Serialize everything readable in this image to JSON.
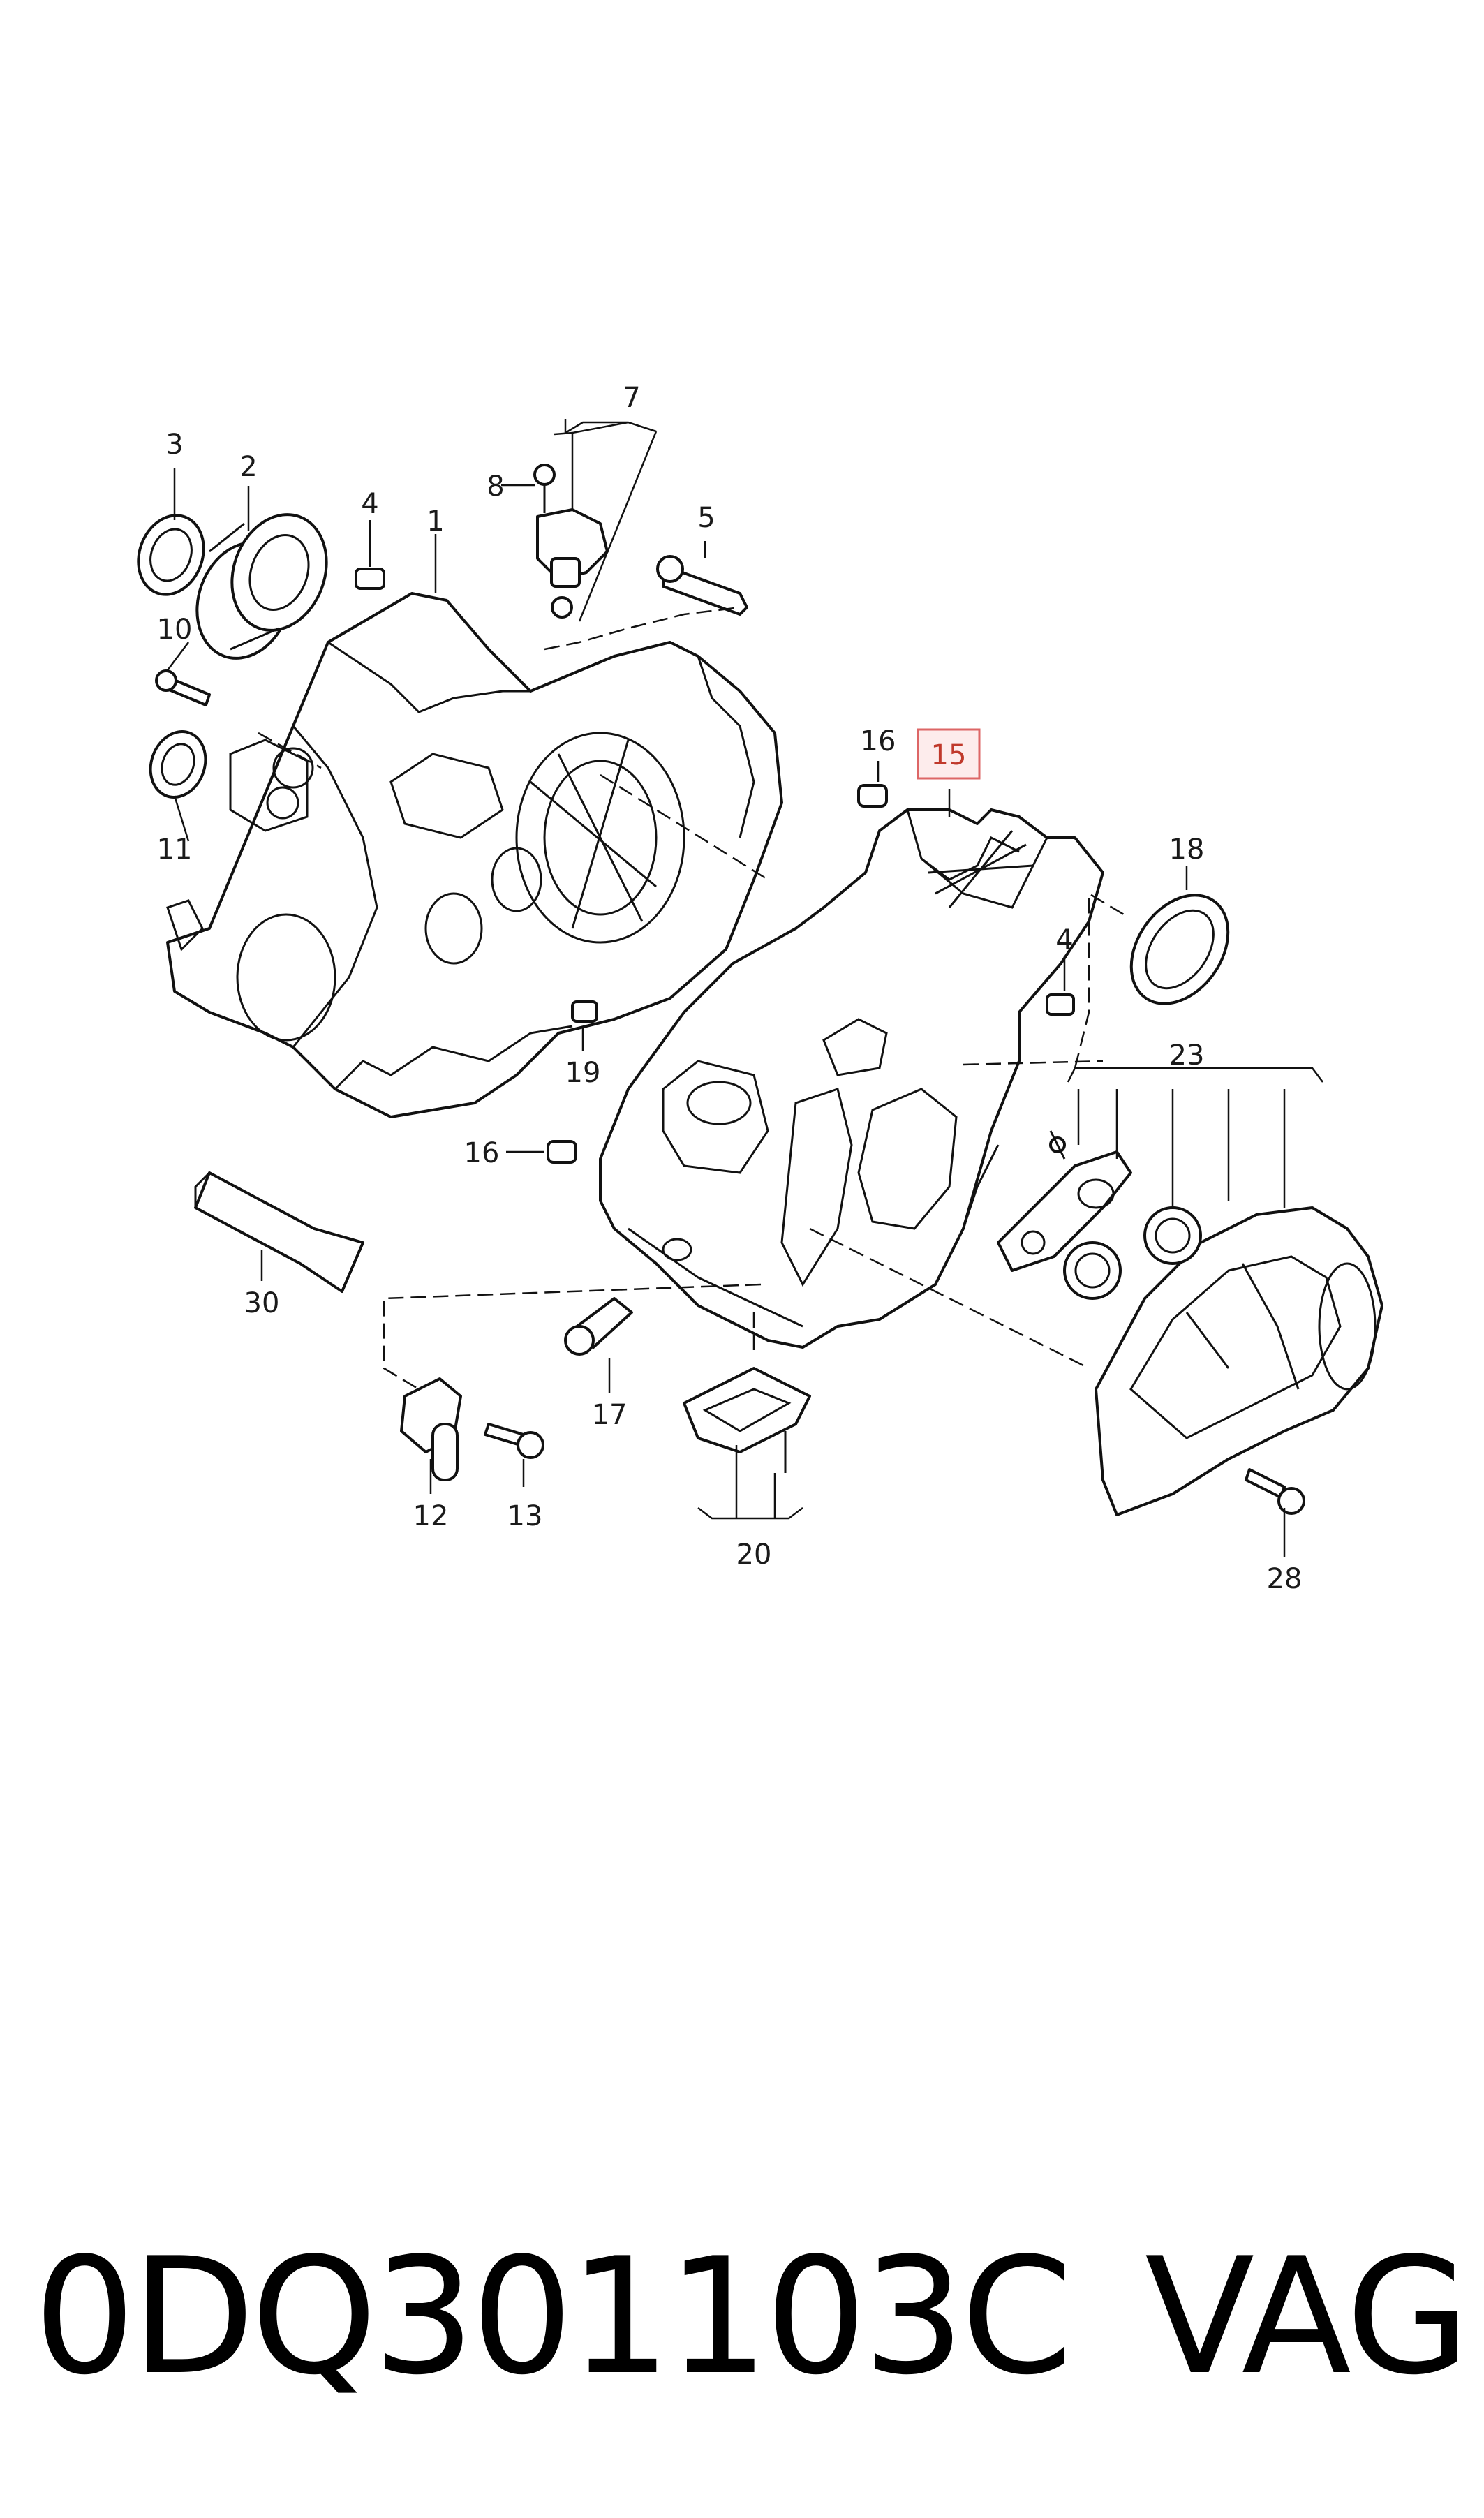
{
  "diagram": {
    "callouts": [
      {
        "id": "1",
        "text": "1"
      },
      {
        "id": "2",
        "text": "2"
      },
      {
        "id": "3",
        "text": "3"
      },
      {
        "id": "4a",
        "text": "4"
      },
      {
        "id": "4b",
        "text": "4"
      },
      {
        "id": "5",
        "text": "5"
      },
      {
        "id": "7",
        "text": "7"
      },
      {
        "id": "8",
        "text": "8"
      },
      {
        "id": "10",
        "text": "10"
      },
      {
        "id": "11",
        "text": "11"
      },
      {
        "id": "12",
        "text": "12"
      },
      {
        "id": "13",
        "text": "13"
      },
      {
        "id": "15",
        "text": "15",
        "highlighted": true
      },
      {
        "id": "16a",
        "text": "16"
      },
      {
        "id": "16b",
        "text": "16"
      },
      {
        "id": "17",
        "text": "17"
      },
      {
        "id": "18",
        "text": "18"
      },
      {
        "id": "19",
        "text": "19"
      },
      {
        "id": "20",
        "text": "20"
      },
      {
        "id": "23",
        "text": "23"
      },
      {
        "id": "28",
        "text": "28"
      },
      {
        "id": "30",
        "text": "30"
      }
    ],
    "highlight_color": "#e07a7a"
  },
  "footer": {
    "part_number": "0DQ301103C",
    "brand": "VAG"
  }
}
